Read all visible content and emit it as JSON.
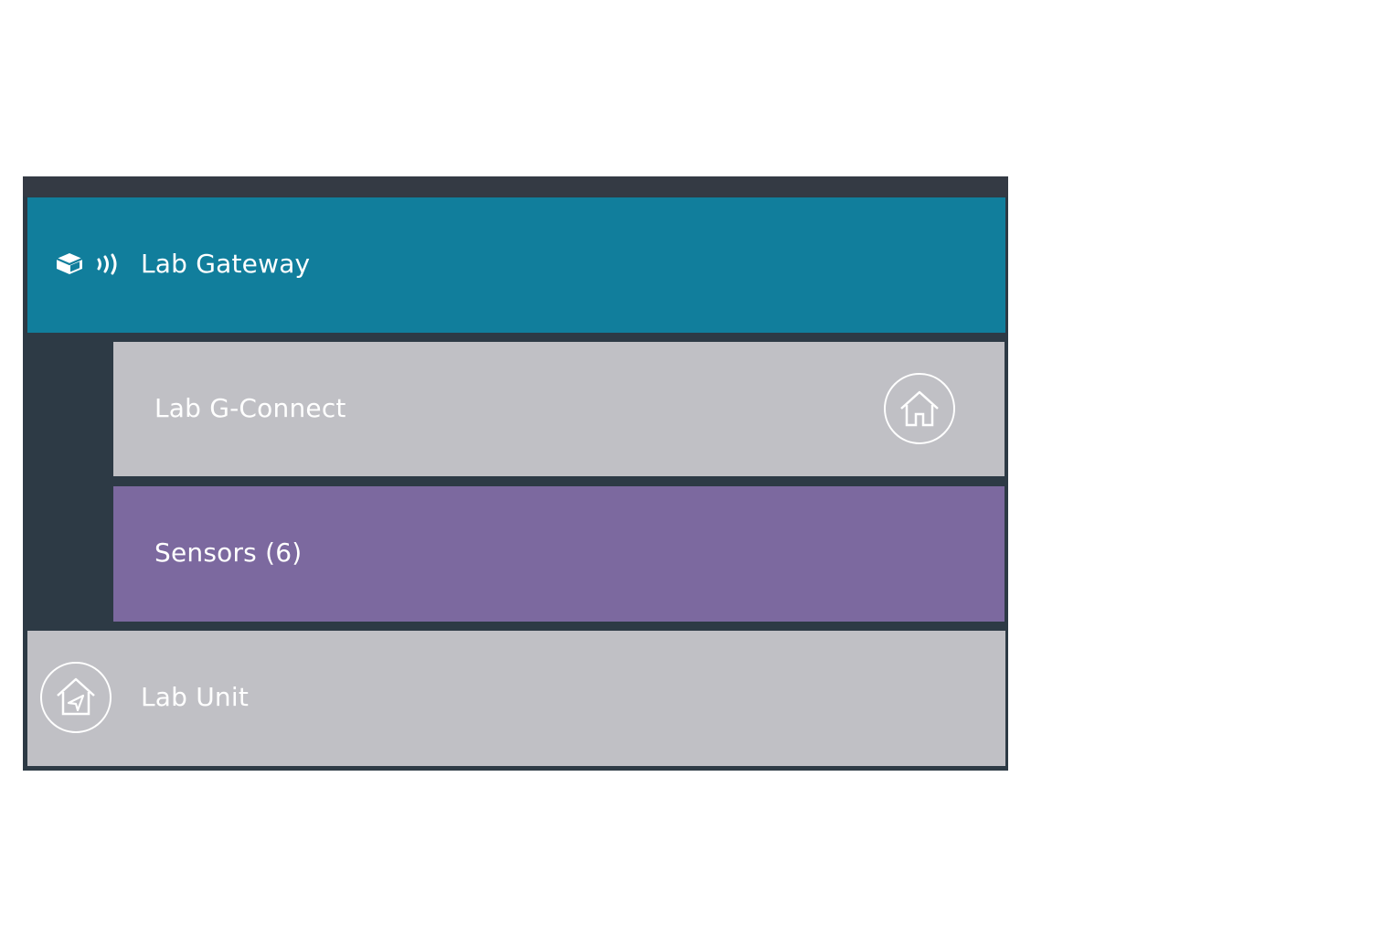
{
  "panel": {
    "colors": {
      "frame": "#2d3a45",
      "frame_top": "#343a44",
      "gateway": "#117e9c",
      "device": "#c0c0c5",
      "sensors": "#7c699f",
      "text": "#ffffff"
    }
  },
  "rows": {
    "gateway": {
      "label": "Lab Gateway",
      "icons": [
        "hub-box-icon",
        "signal-waves-icon"
      ]
    },
    "gconnect": {
      "label": "Lab G-Connect",
      "icon": "home-icon"
    },
    "sensors": {
      "label": "Sensors (6)"
    },
    "unit": {
      "label": "Lab Unit",
      "icon": "home-location-icon"
    }
  }
}
